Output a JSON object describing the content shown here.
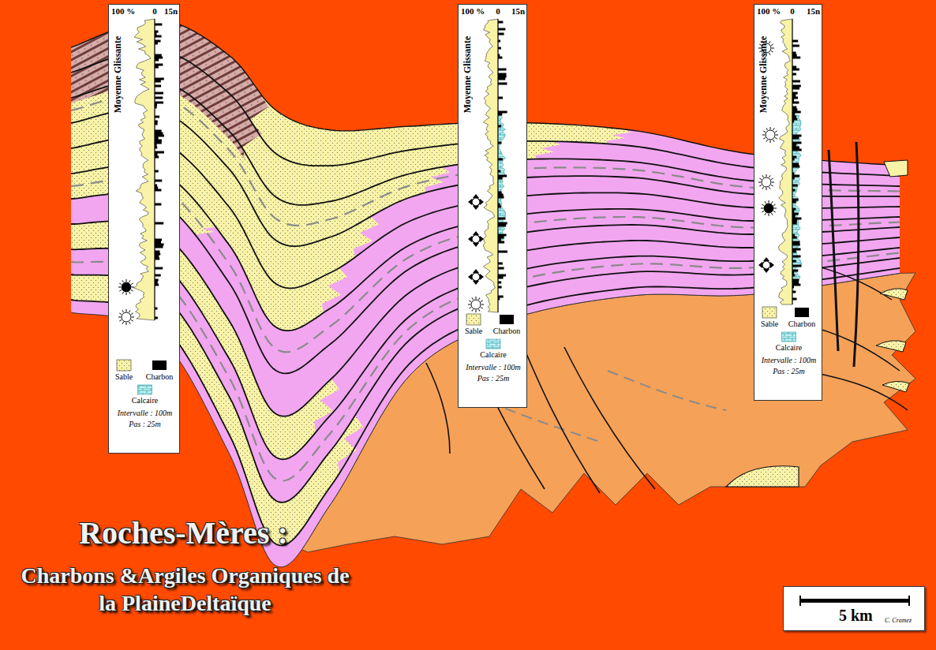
{
  "diagram": {
    "title": "Roches-Mères :",
    "caption": "Charbons &Argiles Organiques de la PlaineDeltaïque",
    "nodes": [
      {
        "text": [
          "100 %",
          "0",
          "15n",
          "Moyenne Glissante",
          "Sable",
          "Charbon",
          "Calcaire",
          "Intervalle : 100m",
          "Pas : 25m"
        ]
      },
      {
        "text": [
          "100 %",
          "0",
          "15n",
          "Moyenne Glissante",
          "Sable",
          "Charbon",
          "Calcaire",
          "Intervalle : 100m",
          "Pas : 25m"
        ]
      },
      {
        "text": [
          "100 %",
          "0",
          "15n",
          "Moyenne Glissante",
          "Sable",
          "Charbon",
          "Calcaire",
          "Intervalle : 100m",
          "Pas : 25m"
        ]
      },
      {
        "text": [
          "5 km",
          "C. Cramez"
        ]
      }
    ]
  }
}
